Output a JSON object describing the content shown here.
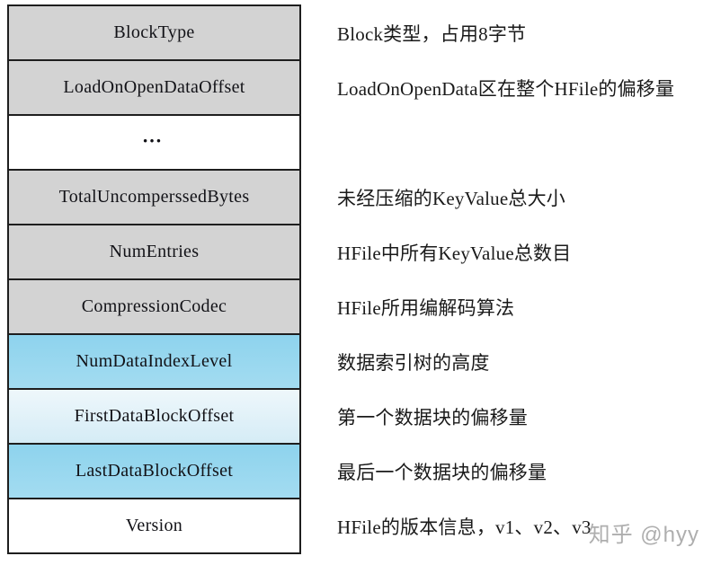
{
  "diagram": {
    "rows": [
      {
        "field": "BlockType",
        "desc": "Block类型，占用8字节",
        "style": "gray"
      },
      {
        "field": "LoadOnOpenDataOffset",
        "desc": "LoadOnOpenData区在整个HFile的偏移量",
        "style": "gray"
      },
      {
        "field": "…",
        "desc": "",
        "style": "white"
      },
      {
        "field": "TotalUncomperssedBytes",
        "desc": "未经压缩的KeyValue总大小",
        "style": "gray"
      },
      {
        "field": "NumEntries",
        "desc": "HFile中所有KeyValue总数目",
        "style": "gray"
      },
      {
        "field": "CompressionCodec",
        "desc": "HFile所用编解码算法",
        "style": "gray"
      },
      {
        "field": "NumDataIndexLevel",
        "desc": "数据索引树的高度",
        "style": "blue"
      },
      {
        "field": "FirstDataBlockOffset",
        "desc": "第一个数据块的偏移量",
        "style": "lightblue"
      },
      {
        "field": "LastDataBlockOffset",
        "desc": "最后一个数据块的偏移量",
        "style": "blue"
      },
      {
        "field": "Version",
        "desc": "HFile的版本信息，v1、v2、v3",
        "style": "white"
      }
    ],
    "colors": {
      "gray": "#d3d3d3",
      "blue": "#8ed3ed",
      "lightblue": "#ddeff7",
      "white": "#ffffff",
      "border": "#1e1e1e"
    },
    "watermark": "知乎 @hyy"
  }
}
